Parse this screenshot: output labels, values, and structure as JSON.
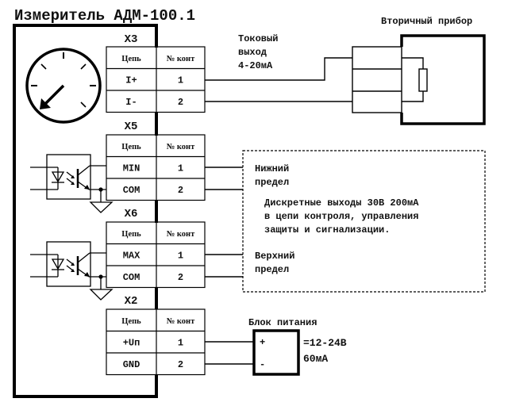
{
  "title": "Измеритель АДМ-100.1",
  "connectors": [
    {
      "name": "X3",
      "header": {
        "circuit": "Цепь",
        "pin": "№ конт"
      },
      "rows": [
        {
          "circuit": "I+",
          "pin": "1"
        },
        {
          "circuit": "I-",
          "pin": "2"
        }
      ]
    },
    {
      "name": "X5",
      "header": {
        "circuit": "Цепь",
        "pin": "№ конт"
      },
      "rows": [
        {
          "circuit": "MIN",
          "pin": "1"
        },
        {
          "circuit": "COM",
          "pin": "2"
        }
      ]
    },
    {
      "name": "X6",
      "header": {
        "circuit": "Цепь",
        "pin": "№ конт"
      },
      "rows": [
        {
          "circuit": "MAX",
          "pin": "1"
        },
        {
          "circuit": "COM",
          "pin": "2"
        }
      ]
    },
    {
      "name": "X2",
      "header": {
        "circuit": "Цепь",
        "pin": "№ конт"
      },
      "rows": [
        {
          "circuit": "+Uп",
          "pin": "1"
        },
        {
          "circuit": "GND",
          "pin": "2"
        }
      ]
    }
  ],
  "current_output": {
    "lines": [
      "Токовый",
      "выход",
      "4-20мА"
    ]
  },
  "secondary_device": {
    "label": "Вторичный прибор"
  },
  "discrete_outputs": {
    "lower_limit": [
      "Нижний",
      "предел"
    ],
    "upper_limit": [
      "Верхний",
      "предел"
    ],
    "description": [
      "Дискретные выходы 30В 200мА",
      "в цепи контроля, управления",
      "защиты и сигнализации."
    ]
  },
  "power_supply": {
    "label": "Блок питания",
    "plus": "+",
    "minus": "-",
    "voltage": "=12-24В",
    "current": "60мА"
  }
}
